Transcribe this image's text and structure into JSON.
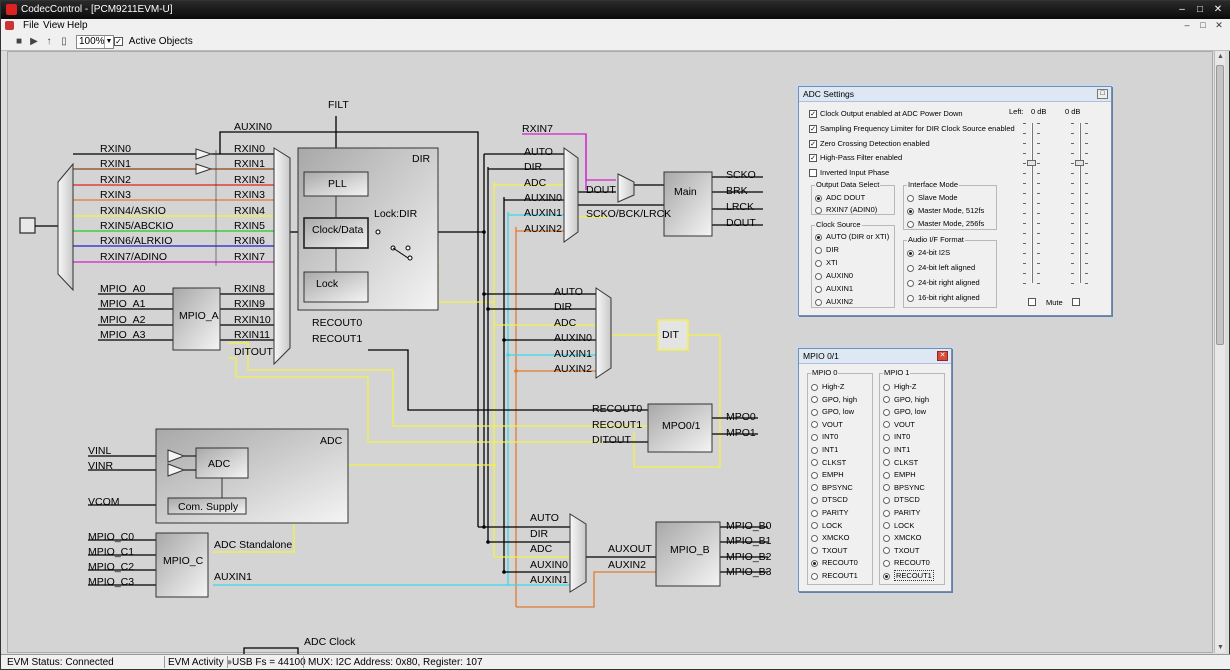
{
  "window": {
    "title": "CodecControl - [PCM9211EVM-U]",
    "buttons": [
      "–",
      "□",
      "✕"
    ],
    "mdi_buttons": [
      "–",
      "□",
      "✕"
    ]
  },
  "menu": [
    "File",
    "View",
    "Help"
  ],
  "toolbar": {
    "zoom": "100%",
    "active_objects_label": "Active Objects",
    "active_objects_checked": true
  },
  "diagram": {
    "filt_label": "FILT",
    "auxin0_top": "AUXIN0",
    "rx_inputs": [
      "RXIN0",
      "RXIN1",
      "RXIN2",
      "RXIN3",
      "RXIN4/ASKIO",
      "RXIN5/ABCKIO",
      "RXIN6/ALRKIO",
      "RXIN7/ADINO"
    ],
    "rx_mux": [
      "RXIN0",
      "RXIN1",
      "RXIN2",
      "RXIN3",
      "RXIN4",
      "RXIN5",
      "RXIN6",
      "RXIN7",
      "RXIN8",
      "RXIN9",
      "RXIN10",
      "RXIN11",
      "DITOUT"
    ],
    "mpio_a_inputs": [
      "MPIO_A0",
      "MPIO_A1",
      "MPIO_A2",
      "MPIO_A3"
    ],
    "mpio_a": "MPIO_A",
    "dir_block": {
      "title": "DIR",
      "pll": "PLL",
      "clock_data": "Clock/Data",
      "lock": "Lock",
      "lock_dir": "Lock:DIR"
    },
    "recout0": "RECOUT0",
    "recout1": "RECOUT1",
    "rxin7_label": "RXIN7",
    "main_mux1": [
      "AUTO",
      "DIR",
      "ADC",
      "AUXIN0",
      "AUXIN1",
      "AUXIN2"
    ],
    "dout_label": "DOUT",
    "scko_bck_lrck": "SCKO/BCK/LRCK",
    "main": "Main",
    "main_outputs": [
      "SCKO",
      "BRK",
      "LRCK",
      "DOUT"
    ],
    "mux2": [
      "AUTO",
      "DIR",
      "ADC",
      "AUXIN0",
      "AUXIN1",
      "AUXIN2"
    ],
    "dit": "DIT",
    "mpo_inputs": [
      "RECOUT0",
      "RECOUT1",
      "DITOUT"
    ],
    "mpo": "MPO0/1",
    "mpo_outputs": [
      "MPO0",
      "MPO1"
    ],
    "adc_block": {
      "title": "ADC",
      "adc": "ADC",
      "supply": "Com. Supply"
    },
    "adc_inputs": [
      "VINL",
      "VINR",
      "VCOM"
    ],
    "adc_standalone": "ADC Standalone",
    "mpio_c_inputs": [
      "MPIO_C0",
      "MPIO_C1",
      "MPIO_C2",
      "MPIO_C3"
    ],
    "mpio_c": "MPIO_C",
    "auxin1_bottom": "AUXIN1",
    "mux3": [
      "AUTO",
      "DIR",
      "ADC",
      "AUXIN0",
      "AUXIN1"
    ],
    "auxout": "AUXOUT",
    "auxin2_bottom": "AUXIN2",
    "mpio_b": "MPIO_B",
    "mpio_b_outputs": [
      "MPIO_B0",
      "MPIO_B1",
      "MPIO_B2",
      "MPIO_B3"
    ],
    "adc_clock": "ADC Clock"
  },
  "adc_settings": {
    "title": "ADC Settings",
    "checks": [
      {
        "label": "Clock Output enabled at ADC Power Down",
        "checked": true
      },
      {
        "label": "Sampling Frequency Limiter for DIR Clock Source enabled",
        "checked": true
      },
      {
        "label": "Zero Crossing Detection enabled",
        "checked": true
      },
      {
        "label": "High-Pass Filter enabled",
        "checked": true
      },
      {
        "label": "Inverted Input Phase",
        "checked": false
      }
    ],
    "output_data_select": {
      "label": "Output Data Select",
      "options": [
        "ADC DOUT",
        "RXIN7 (ADIN0)"
      ],
      "selected": 0
    },
    "interface_mode": {
      "label": "Interface Mode",
      "options": [
        "Slave Mode",
        "Master Mode, 512fs",
        "Master Mode, 256fs"
      ],
      "selected": 1
    },
    "clock_source": {
      "label": "Clock Source",
      "options": [
        "AUTO (DIR or XTI)",
        "DIR",
        "XTI",
        "AUXIN0",
        "AUXIN1",
        "AUXIN2"
      ],
      "selected": 0
    },
    "audio_format": {
      "label": "Audio I/F Format",
      "options": [
        "24-bit I2S",
        "24-bit left aligned",
        "24-bit right aligned",
        "16-bit right aligned"
      ],
      "selected": 0
    },
    "left_label": "Left:",
    "left_db": "0 dB",
    "right_db": "0 dB",
    "left_level": 0.5,
    "right_level": 0.5,
    "mute_label": "Mute"
  },
  "mpio_panel": {
    "title": "MPIO 0/1",
    "col0": {
      "label": "MPIO 0",
      "options": [
        "High-Z",
        "GPO, high",
        "GPO, low",
        "VOUT",
        "INT0",
        "INT1",
        "CLKST",
        "EMPH",
        "BPSYNC",
        "DTSCD",
        "PARITY",
        "LOCK",
        "XMCKO",
        "TXOUT",
        "RECOUT0",
        "RECOUT1"
      ],
      "selected": 14
    },
    "col1": {
      "label": "MPIO 1",
      "options": [
        "High-Z",
        "GPO, high",
        "GPO, low",
        "VOUT",
        "INT0",
        "INT1",
        "CLKST",
        "EMPH",
        "BPSYNC",
        "DTSCD",
        "PARITY",
        "LOCK",
        "XMCKO",
        "TXOUT",
        "RECOUT0",
        "RECOUT1"
      ],
      "selected": 15
    }
  },
  "status": {
    "evm_status": "EVM Status: Connected",
    "evm_activity": "EVM Activity",
    "usb_fs": "USB Fs = 44100",
    "mux": "MUX: I2C Address: 0x80, Register: 107"
  },
  "colors": {
    "yellow": "#f2f24a",
    "cyan": "#3ad6ea",
    "orange": "#e07a30",
    "red": "#e0201e",
    "green": "#22cc22",
    "blue": "#2020cc",
    "magenta": "#d020d0",
    "brown": "#8b4513",
    "black": "#000000"
  }
}
